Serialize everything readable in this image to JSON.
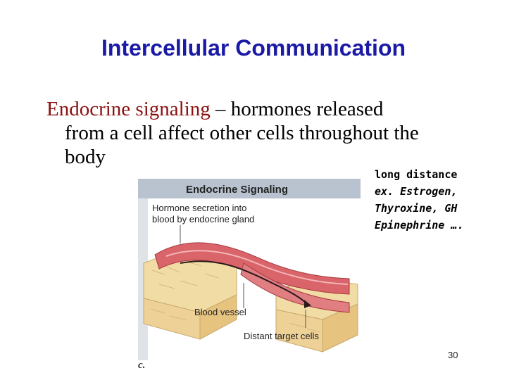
{
  "slide": {
    "title": "Intercellular Communication",
    "body": {
      "term": "Endocrine signaling",
      "rest_line1": " – hormones released",
      "line2": "from a cell affect other cells throughout the",
      "line3": "body"
    },
    "notes": {
      "heading": "long distance",
      "line1": "ex. Estrogen,",
      "line2": "Thyroxine, GH",
      "line3": "Epinephrine …."
    },
    "figure": {
      "header": "Endocrine Signaling",
      "caption_top_line1": "Hormone secretion into",
      "caption_top_line2": "blood by endocrine gland",
      "label_vessel": "Blood vessel",
      "label_targets": "Distant target cells",
      "panel_letter": "c."
    },
    "page_number": "30"
  },
  "colors": {
    "title": "#1a1aa6",
    "term": "#8b1010",
    "figure_header_bg": "#b9c2cf",
    "vessel": "#d9646a",
    "tissue": "#f2dca6"
  }
}
